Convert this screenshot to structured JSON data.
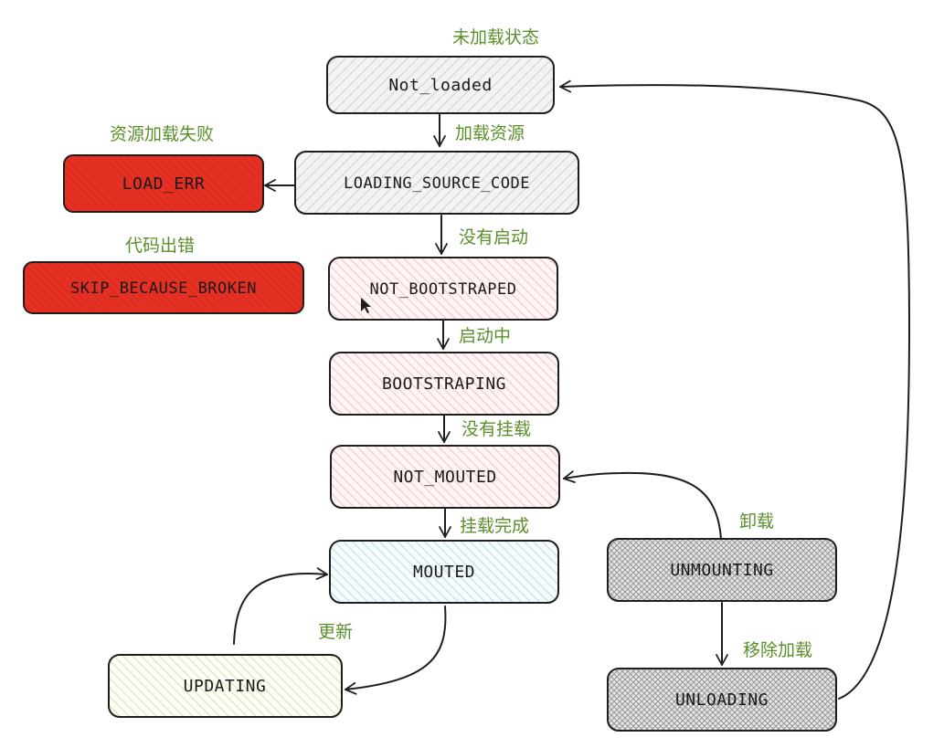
{
  "labels": {
    "not_loaded_state": "未加载状态",
    "load_source": "加载资源",
    "load_failed": "资源加载失败",
    "code_error": "代码出错",
    "not_started": "没有启动",
    "starting": "启动中",
    "not_mounted": "没有挂载",
    "mount_complete": "挂载完成",
    "unmount": "卸载",
    "update": "更新",
    "remove_load": "移除加载"
  },
  "nodes": {
    "not_loaded": "Not_loaded",
    "loading_source_code": "LOADING_SOURCE_CODE",
    "load_err": "LOAD_ERR",
    "skip_because_broken": "SKIP_BECAUSE_BROKEN",
    "not_bootstraped": "NOT_BOOTSTRAPED",
    "bootstraping": "BOOTSTRAPING",
    "not_mouted": "NOT_MOUTED",
    "mouted": "MOUTED",
    "unmounting": "UNMOUNTING",
    "updating": "UPDATING",
    "unloading": "UNLOADING"
  },
  "colors": {
    "label_green": "#5b8f2a",
    "error_red": "#e53024",
    "pink_fill": "#f7d6d8",
    "blue_fill": "#d9edf5",
    "green_fill": "#e4f2cf",
    "gray_fill": "#cfcfcf",
    "white_fill": "#f7f7f7"
  }
}
